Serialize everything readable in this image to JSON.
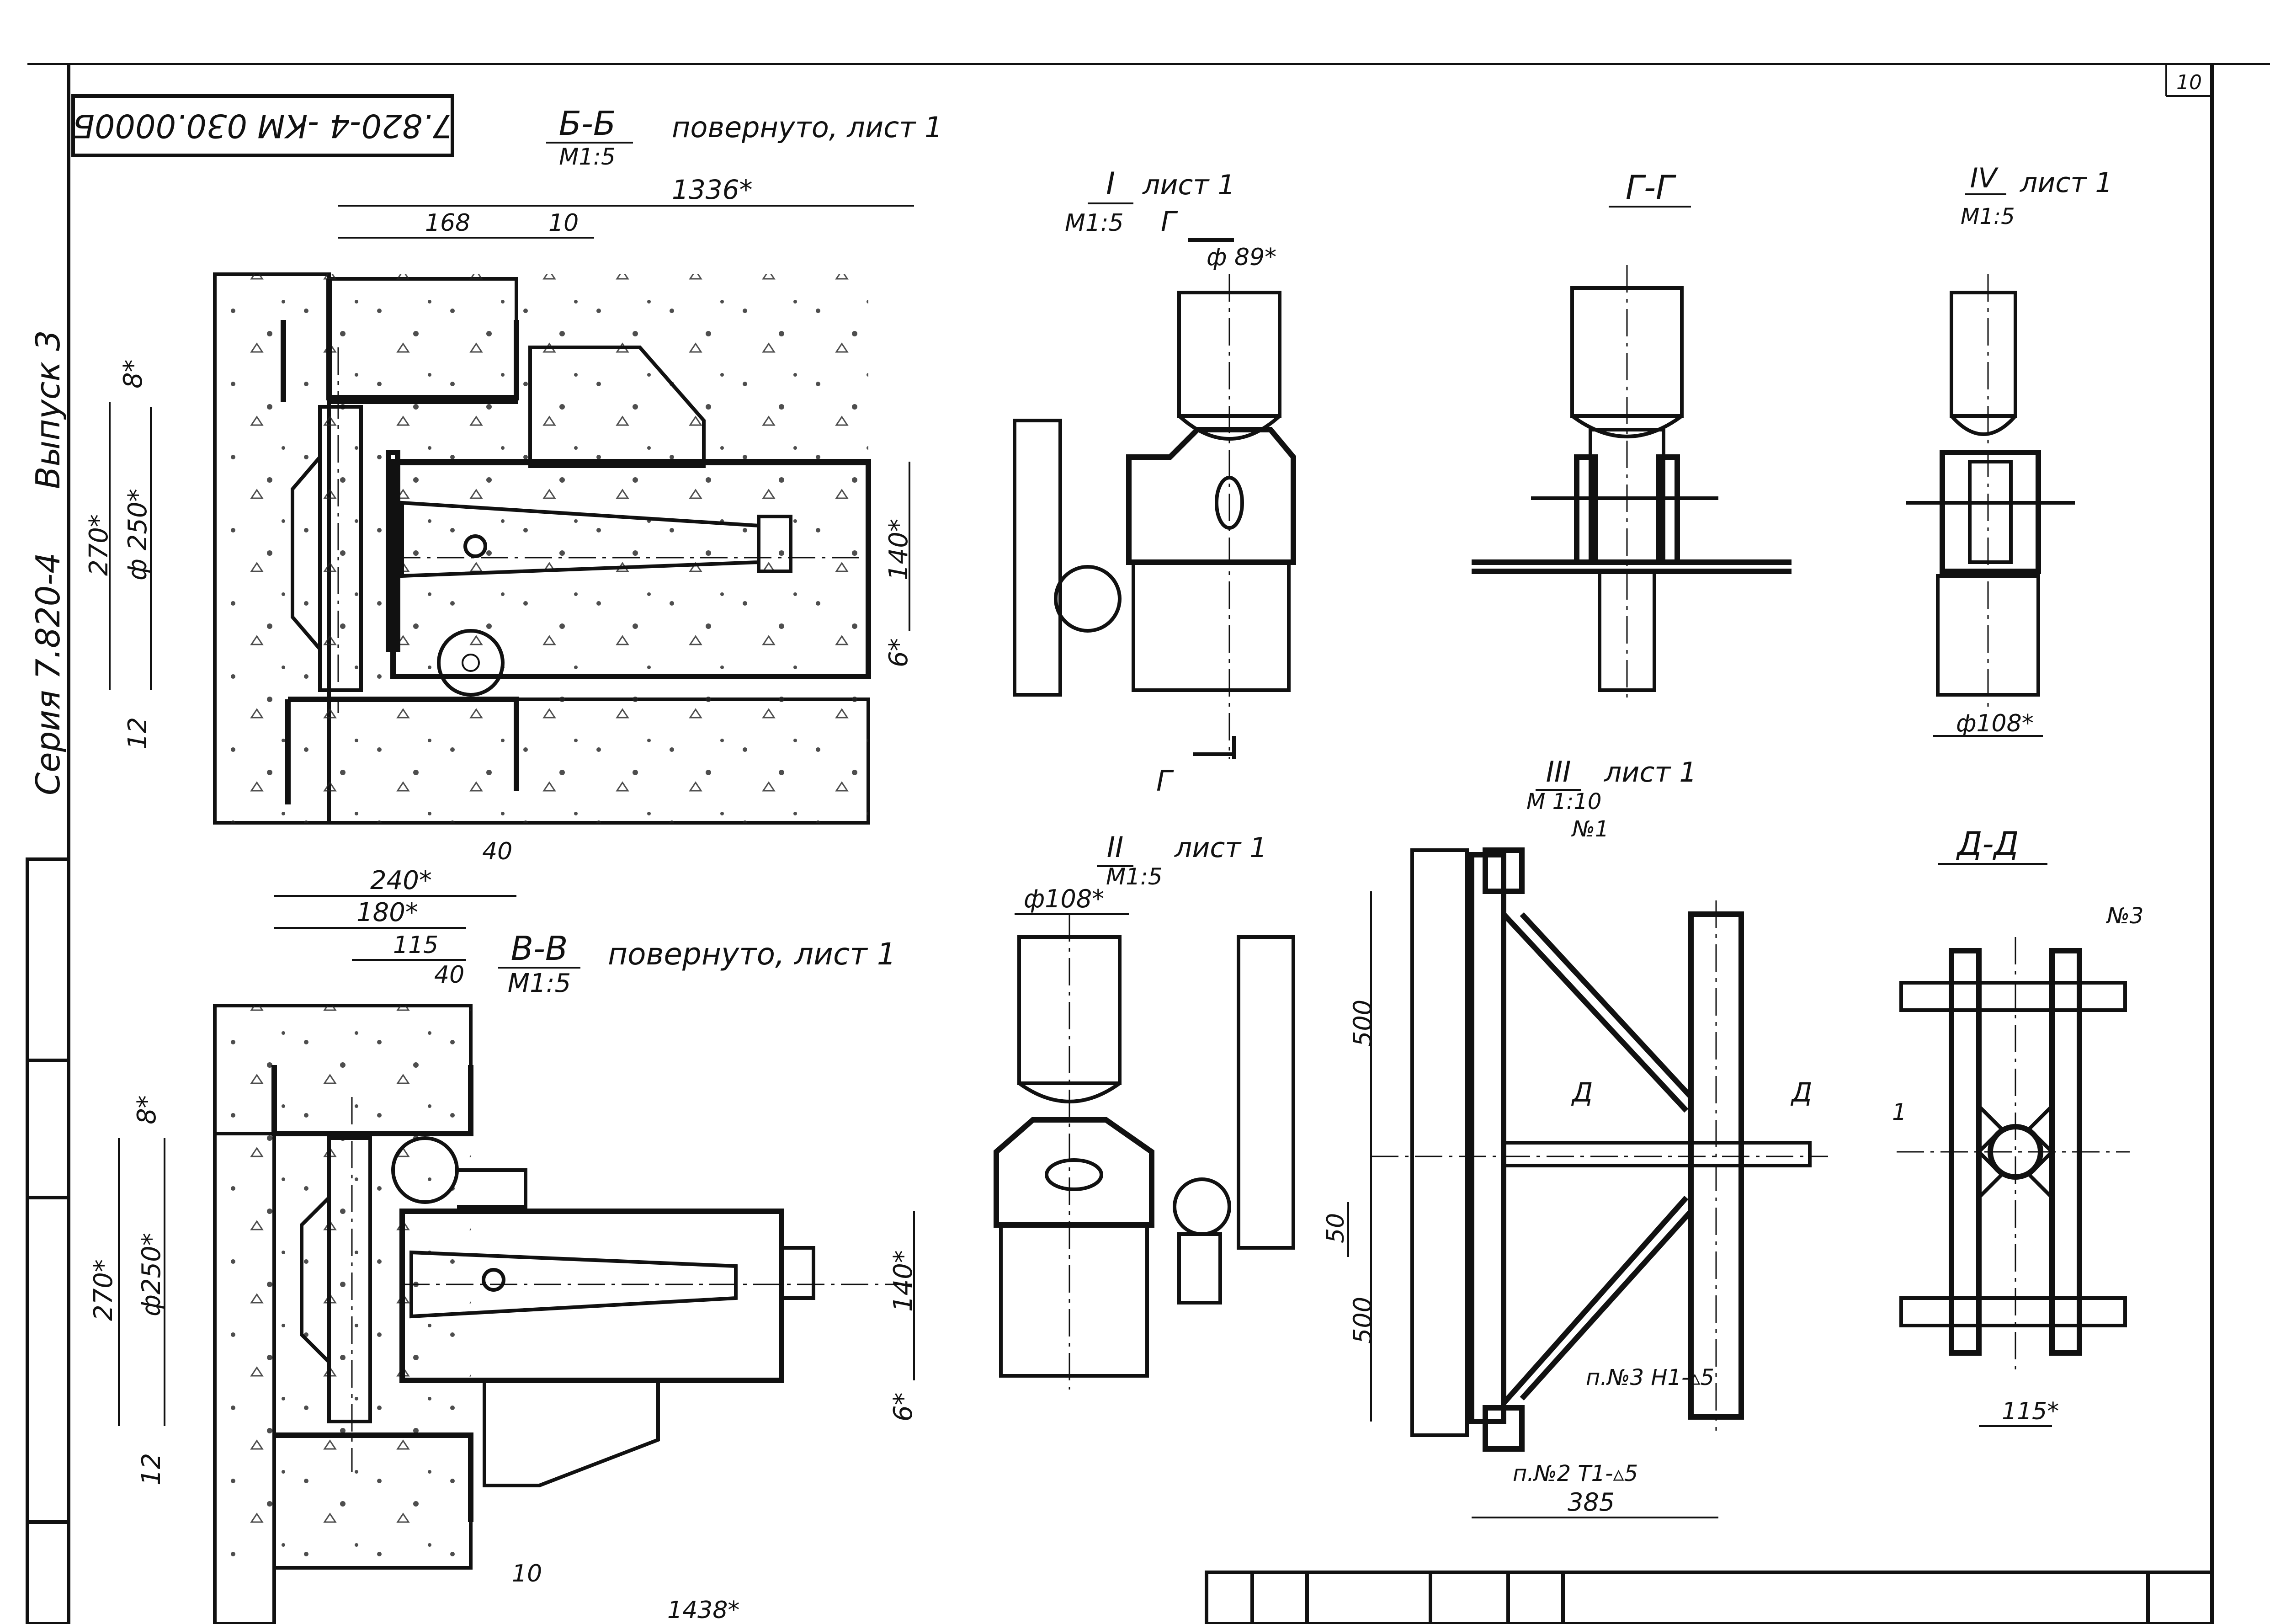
{
  "sheet": {
    "page_number": "10",
    "designation": "7.820-4 -КМ 030.0000Б",
    "series": "Серия 7.820-4",
    "issue": "Выпуск 3"
  },
  "section_bb": {
    "title": "Б-Б",
    "note": "повернуто, лист 1",
    "scale": "М1:5",
    "dims": [
      "1336*",
      "168",
      "10",
      "8*",
      "270*",
      "ф 250*",
      "12",
      "140*",
      "6*",
      "240*",
      "40"
    ]
  },
  "section_vv": {
    "title": "В-В",
    "note": "повернуто, лист 1",
    "scale": "М1:5",
    "dims": [
      "180*",
      "115",
      "40",
      "8*",
      "270*",
      "ф250*",
      "12",
      "140*",
      "6*",
      "10",
      "1438*"
    ]
  },
  "view_i": {
    "title": "I",
    "note": "лист 1",
    "scale": "М1:5",
    "cut_label": "Г",
    "dims": [
      "ф 89*"
    ],
    "cut_label_bottom": "Г"
  },
  "section_gg": {
    "title": "Г-Г"
  },
  "view_iv": {
    "title": "IV",
    "note": "лист 1",
    "scale": "М1:5",
    "dims": [
      "ф108*"
    ]
  },
  "view_ii": {
    "title": "II",
    "note": "лист 1",
    "scale": "М1:5",
    "dims": [
      "ф108*",
      "50"
    ]
  },
  "view_iii": {
    "title": "III",
    "note": "лист 1",
    "scale": "М 1:10",
    "labels": [
      "№1",
      "Д",
      "Д",
      "п.№3  Н1-▵5",
      "п.№2  Т1-▵5"
    ],
    "dims": [
      "500",
      "500",
      "385"
    ]
  },
  "section_dd": {
    "title": "Д-Д",
    "labels": [
      "№3",
      "1"
    ],
    "dims": [
      "115*"
    ]
  },
  "colors": {
    "ink": "#111111",
    "paper": "#ffffff",
    "hatch": "#222222"
  }
}
